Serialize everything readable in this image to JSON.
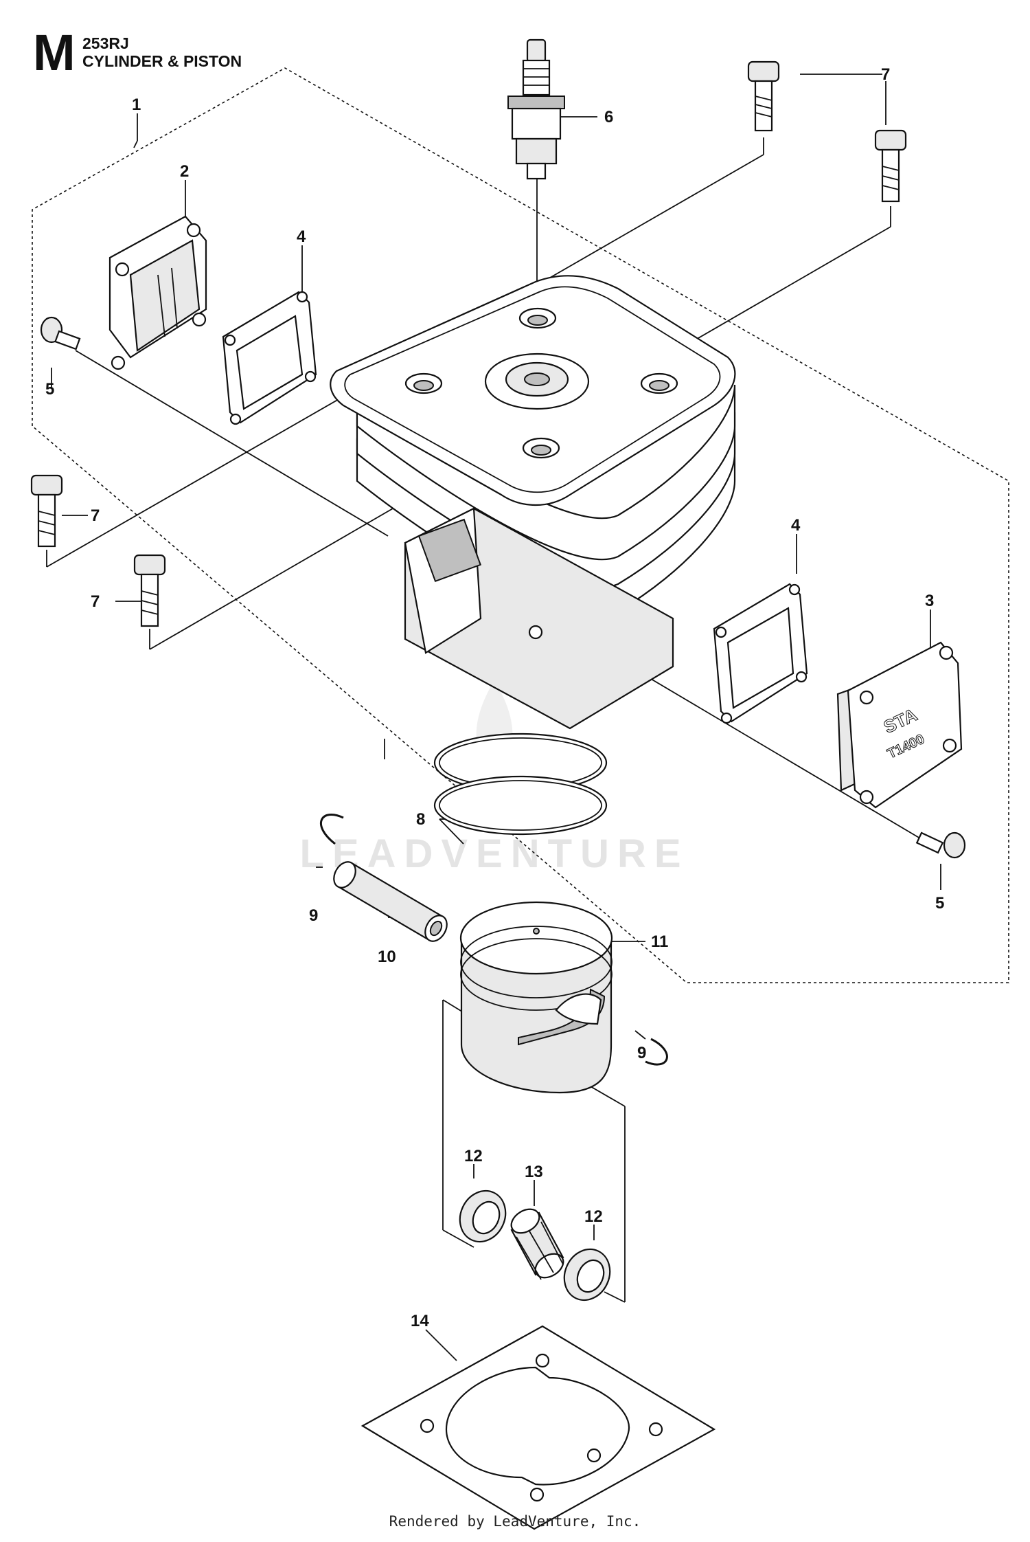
{
  "header": {
    "section_letter": "M",
    "model": "253RJ",
    "title": "CYLINDER & PISTON"
  },
  "callouts": {
    "c1": "1",
    "c2": "2",
    "c3": "3",
    "c4a": "4",
    "c4b": "4",
    "c5a": "5",
    "c5b": "5",
    "c6": "6",
    "c7a": "7",
    "c7b": "7",
    "c7c": "7",
    "c8": "8",
    "c9a": "9",
    "c9b": "9",
    "c10": "10",
    "c11": "11",
    "c12a": "12",
    "c12b": "12",
    "c13": "13",
    "c14": "14"
  },
  "cover_text": {
    "line1": "STA",
    "line2": "T1400"
  },
  "watermark": "LEADVENTURE",
  "footer": "Rendered by LeadVenture, Inc."
}
